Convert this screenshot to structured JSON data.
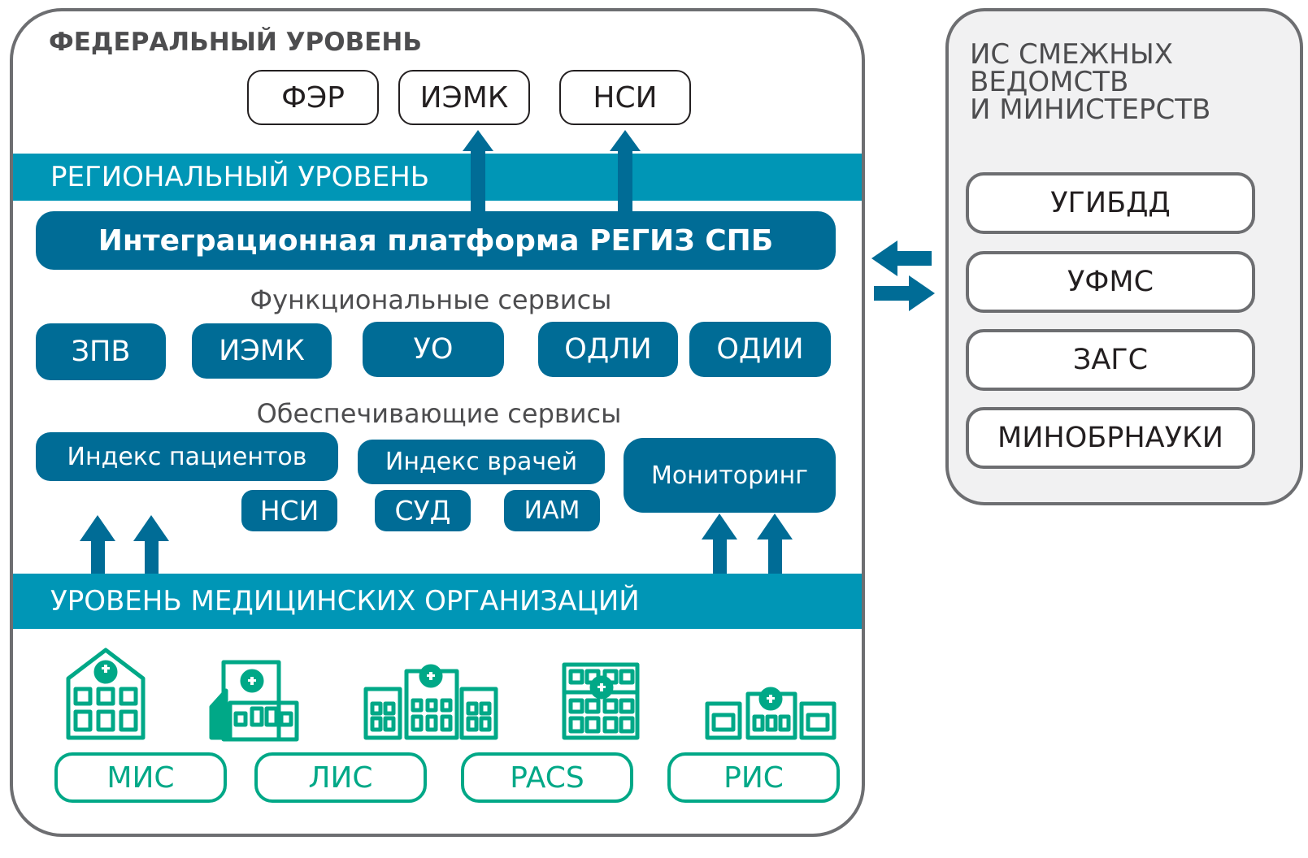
{
  "federal": {
    "title": "ФЕДЕРАЛЬНЫЙ УРОВЕНЬ",
    "systems": [
      "ФЭР",
      "ИЭМК",
      "НСИ"
    ]
  },
  "regional": {
    "title": "РЕГИОНАЛЬНЫЙ УРОВЕНЬ",
    "platform": "Интеграционная платформа РЕГИЗ СПБ",
    "functional_label": "Функциональные сервисы",
    "functional": [
      "ЗПВ",
      "ИЭМК",
      "УО",
      "ОДЛИ",
      "ОДИИ"
    ],
    "support_label": "Обеспечивающие сервисы",
    "support": {
      "patient_index": "Индекс пациентов",
      "doctor_index": "Индекс врачей",
      "monitoring": "Мониторинг",
      "nsi": "НСИ",
      "sud": "СУД",
      "iam": "ИАМ"
    }
  },
  "medical": {
    "title": "УРОВЕНЬ МЕДИЦИНСКИХ ОРГАНИЗАЦИЙ",
    "systems": [
      "МИС",
      "ЛИС",
      "PACS",
      "РИС"
    ]
  },
  "related": {
    "title_lines": [
      "ИС СМЕЖНЫХ",
      "ВЕДОМСТВ",
      "И МИНИСТЕРСТВ"
    ],
    "systems": [
      "УГИБДД",
      "УФМС",
      "ЗАГС",
      "МИНОБРНАУКИ"
    ]
  },
  "colors": {
    "band": "#0096b6",
    "dark": "#006c96",
    "green": "#00a887",
    "frame": "#6d6e71"
  },
  "icons": [
    "hospital-icon",
    "clinic-icon",
    "hospital-campus-icon",
    "hospital-complex-icon",
    "medical-center-icon"
  ]
}
